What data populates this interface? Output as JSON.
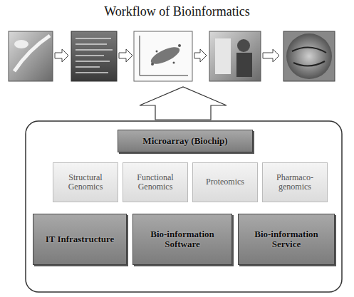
{
  "diagram": {
    "title": "Workflow of Bioinformatics",
    "nodes": [
      {
        "text": [
          "Microarray (Biochip)"
        ]
      },
      {
        "text": [
          "Structural Genomics"
        ]
      },
      {
        "text": [
          "Functional Genomics"
        ]
      },
      {
        "text": [
          "Proteomics"
        ]
      },
      {
        "text": [
          "Pharmaco-genomics"
        ]
      },
      {
        "text": [
          "IT Infrastructure"
        ]
      },
      {
        "text": [
          "Bio-information Software"
        ]
      },
      {
        "text": [
          "Bio-information Service"
        ]
      }
    ]
  }
}
